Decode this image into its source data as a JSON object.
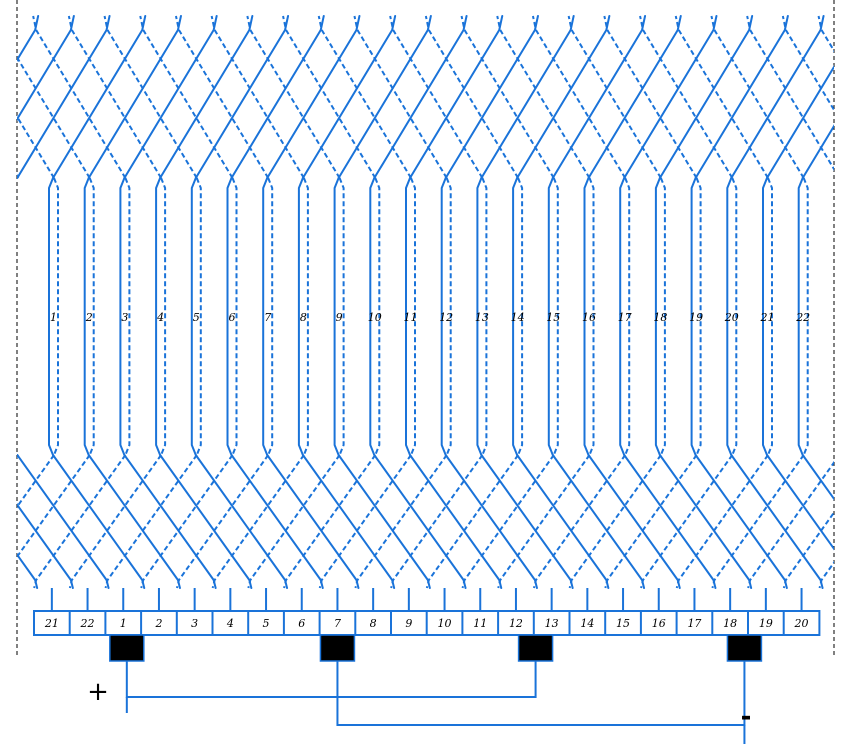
{
  "title": "",
  "slots": {
    "labels": [
      "1",
      "2",
      "3",
      "4",
      "5",
      "6",
      "7",
      "8",
      "9",
      "10",
      "11",
      "12",
      "13",
      "14",
      "15",
      "16",
      "17",
      "18",
      "19",
      "20",
      "21",
      "22"
    ]
  },
  "commutator": {
    "segments": [
      "21",
      "22",
      "1",
      "2",
      "3",
      "4",
      "5",
      "6",
      "7",
      "8",
      "9",
      "10",
      "11",
      "12",
      "13",
      "14",
      "15",
      "16",
      "17",
      "18",
      "19",
      "20"
    ]
  },
  "brushes": [
    {
      "segment": "1-2",
      "polarity": "+"
    },
    {
      "segment": "7",
      "polarity": "-"
    },
    {
      "segment": "12-13",
      "polarity": "+"
    },
    {
      "segment": "18",
      "polarity": "-"
    }
  ],
  "polarity_labels": {
    "positive": "+",
    "negative": "-"
  },
  "colors": {
    "wire": "#1a73d9",
    "brush": "#000000",
    "border": "#000000",
    "background": "#ffffff"
  }
}
